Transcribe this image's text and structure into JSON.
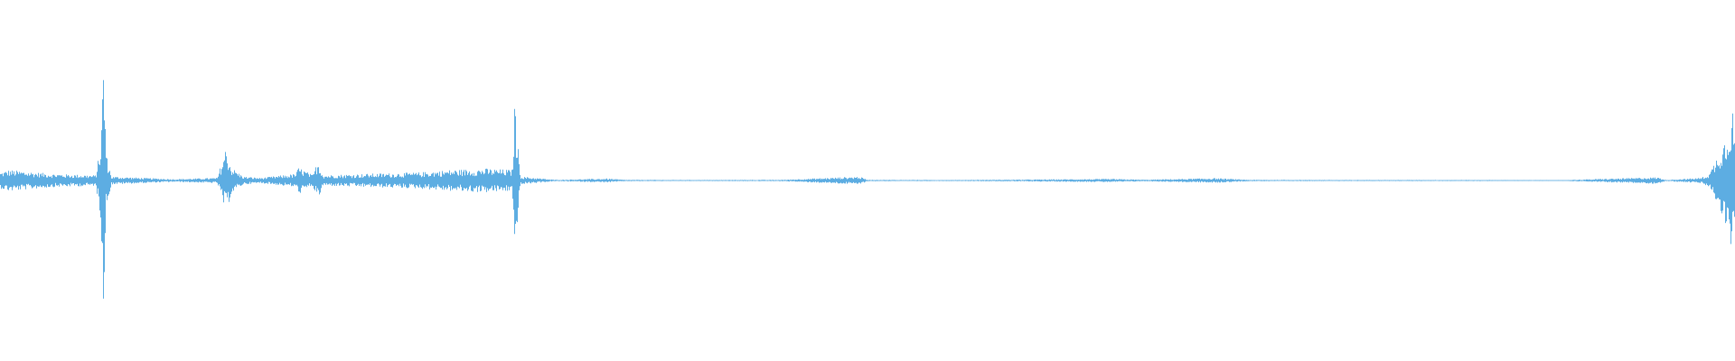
{
  "waveform": {
    "color": "#5dade2",
    "background": "#ffffff",
    "amplitude_profile": [
      [
        0.0,
        0.06
      ],
      [
        0.005,
        0.08
      ],
      [
        0.03,
        0.05
      ],
      [
        0.055,
        0.04
      ],
      [
        0.058,
        0.3
      ],
      [
        0.0595,
        1.0
      ],
      [
        0.061,
        0.2
      ],
      [
        0.064,
        0.03
      ],
      [
        0.1,
        0.01
      ],
      [
        0.125,
        0.02
      ],
      [
        0.13,
        0.25
      ],
      [
        0.133,
        0.1
      ],
      [
        0.14,
        0.03
      ],
      [
        0.15,
        0.02
      ],
      [
        0.17,
        0.05
      ],
      [
        0.172,
        0.1
      ],
      [
        0.18,
        0.04
      ],
      [
        0.183,
        0.15
      ],
      [
        0.186,
        0.04
      ],
      [
        0.21,
        0.05
      ],
      [
        0.24,
        0.06
      ],
      [
        0.26,
        0.08
      ],
      [
        0.28,
        0.09
      ],
      [
        0.295,
        0.08
      ],
      [
        0.2965,
        0.62
      ],
      [
        0.298,
        0.3
      ],
      [
        0.3,
        0.03
      ],
      [
        0.32,
        0.005
      ],
      [
        0.35,
        0.015
      ],
      [
        0.36,
        0.005
      ],
      [
        0.4,
        0.004
      ],
      [
        0.45,
        0.005
      ],
      [
        0.495,
        0.03
      ],
      [
        0.5,
        0.005
      ],
      [
        0.55,
        0.004
      ],
      [
        0.6,
        0.008
      ],
      [
        0.64,
        0.012
      ],
      [
        0.66,
        0.006
      ],
      [
        0.7,
        0.018
      ],
      [
        0.72,
        0.005
      ],
      [
        0.78,
        0.004
      ],
      [
        0.85,
        0.004
      ],
      [
        0.9,
        0.003
      ],
      [
        0.955,
        0.025
      ],
      [
        0.96,
        0.004
      ],
      [
        0.98,
        0.02
      ],
      [
        0.985,
        0.05
      ],
      [
        0.995,
        0.35
      ],
      [
        0.998,
        0.6
      ],
      [
        1.0,
        0.3
      ]
    ]
  }
}
